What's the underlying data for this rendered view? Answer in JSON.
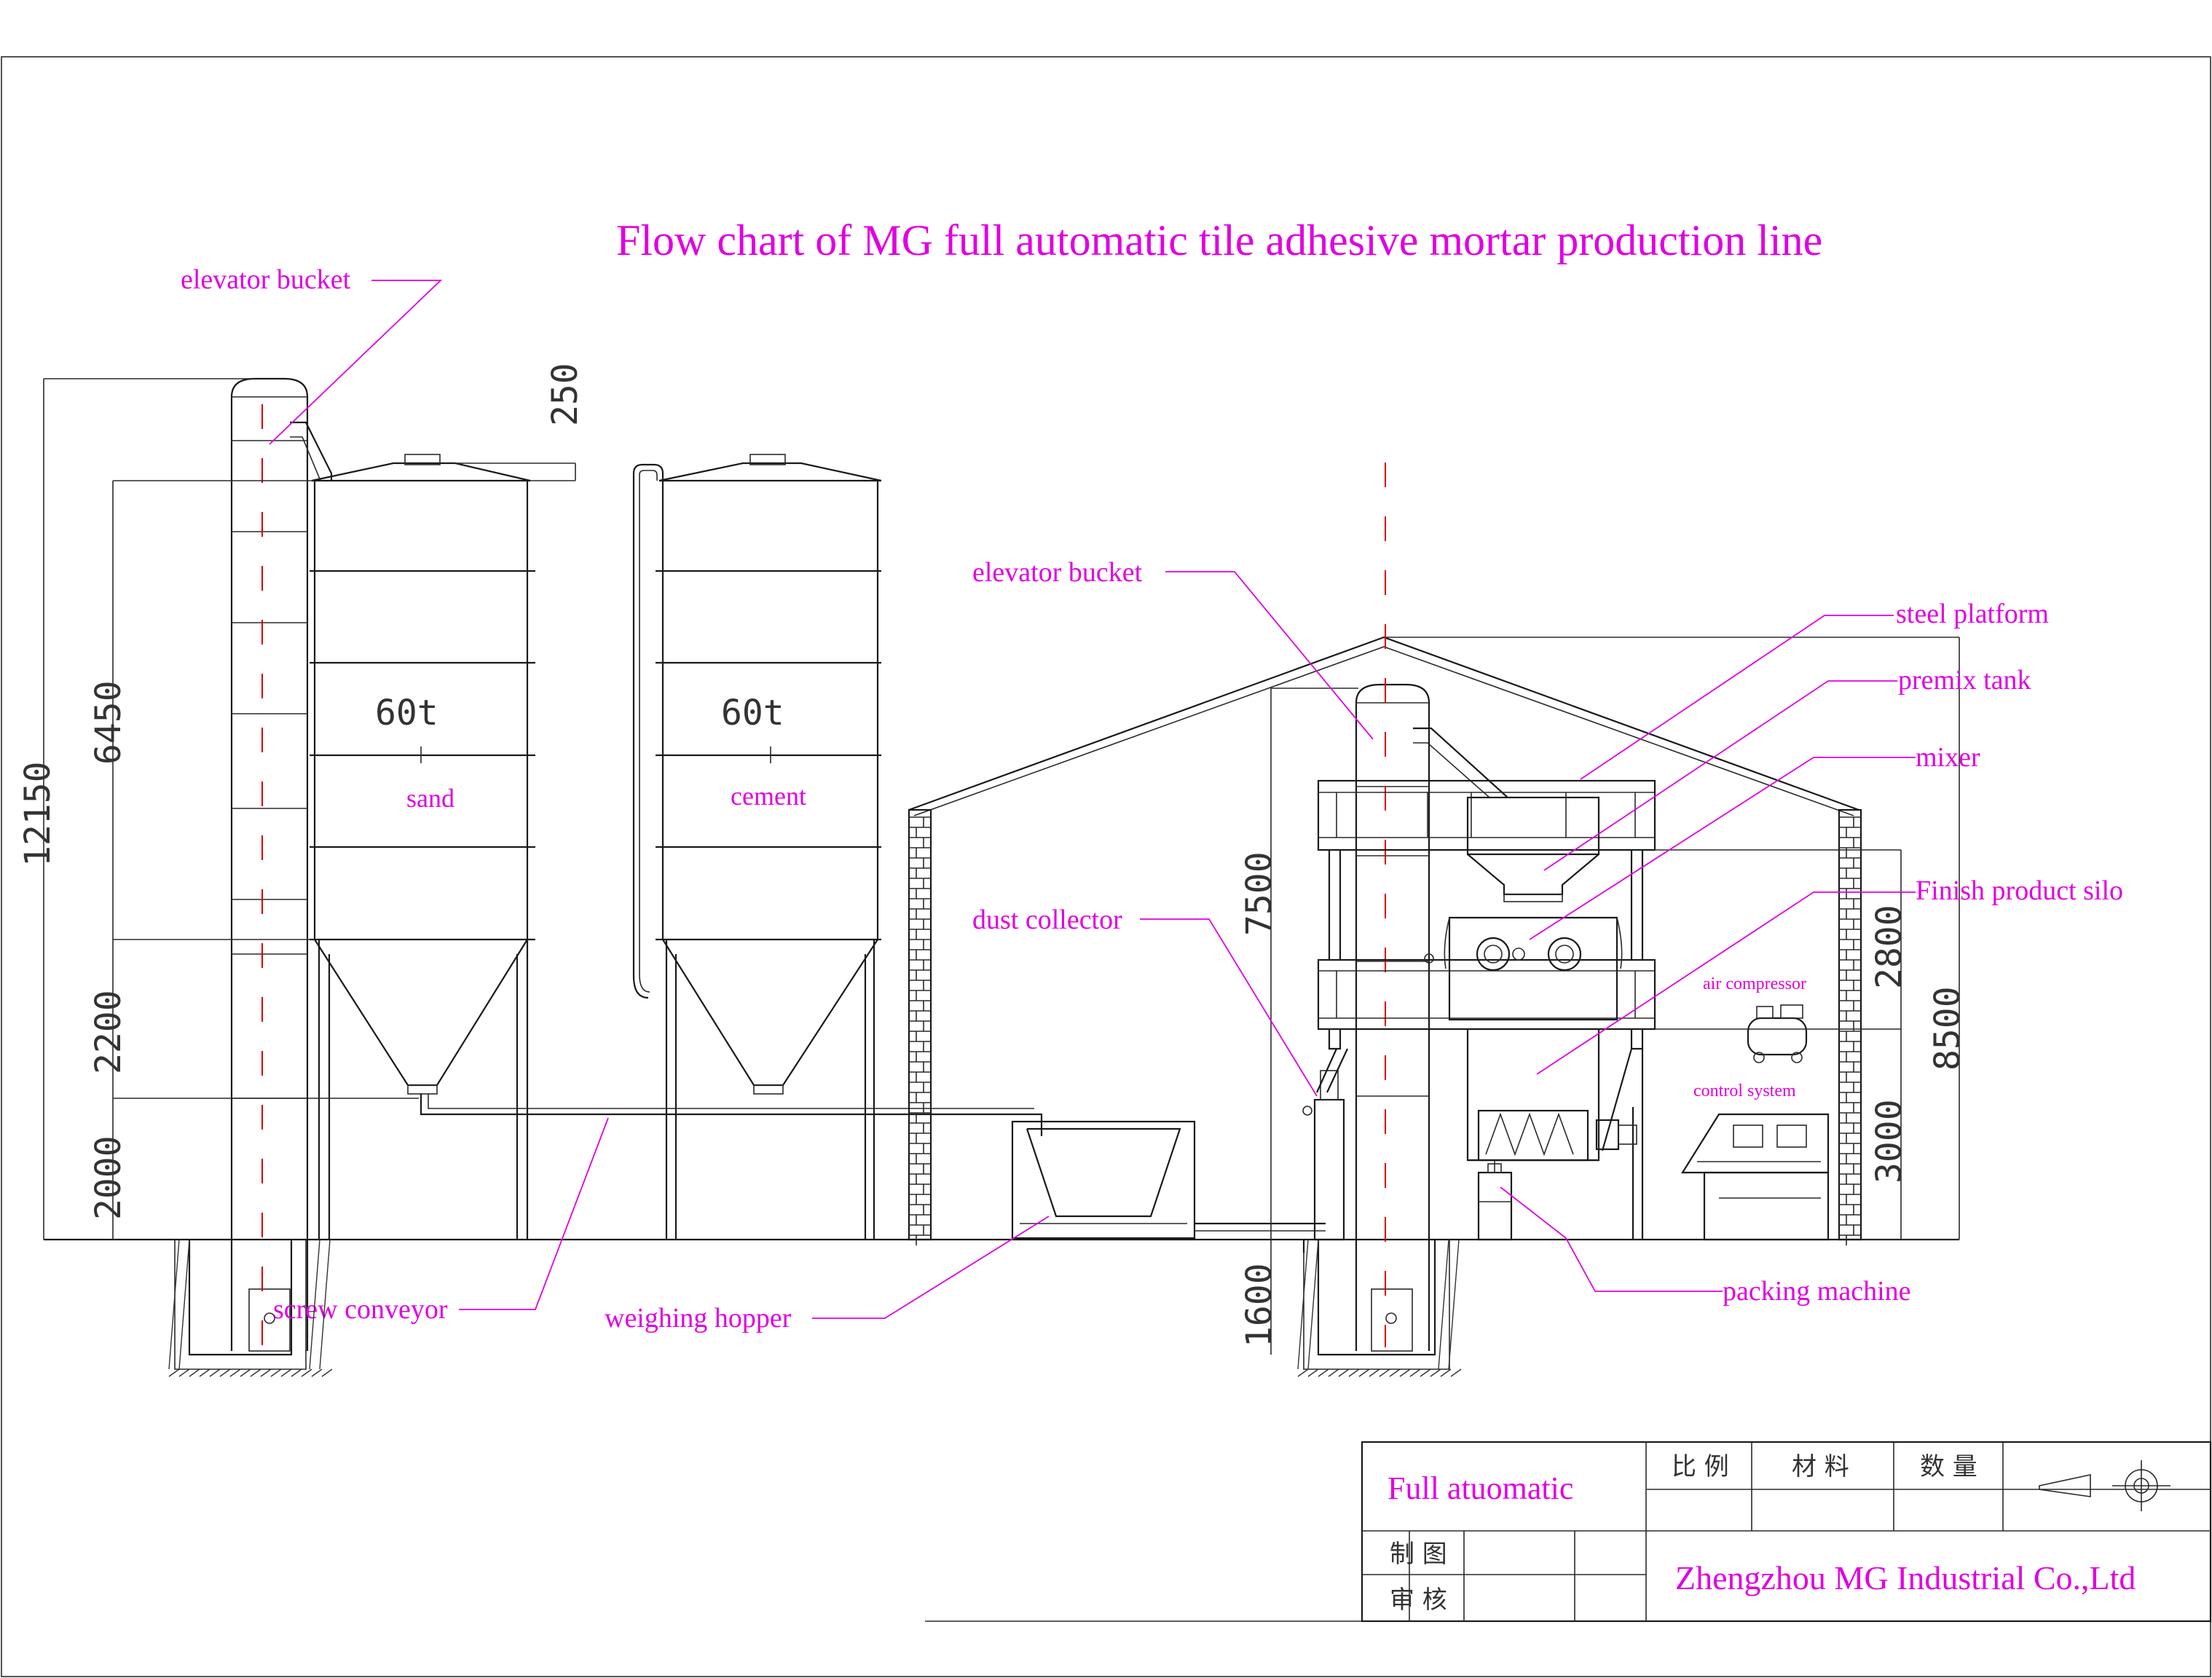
{
  "diagram": {
    "title": "Flow chart of MG full automatic tile adhesive mortar production line",
    "colors": {
      "annotation": "#e000e0",
      "centerline": "#e00000",
      "drawing": "#1a1a1a"
    },
    "labels": {
      "elevator_bucket_left": "elevator bucket",
      "elevator_bucket_right": "elevator bucket",
      "steel_platform": "steel platform",
      "premix_tank": "premix tank",
      "mixer": "mixer",
      "finish_product_silo": "Finish product silo",
      "dust_collector": "dust collector",
      "air_compressor": "air compressor",
      "control_system": "control system",
      "packing_machine": "packing machine",
      "screw_conveyor": "screw conveyor",
      "weighing_hopper": "weighing hopper"
    },
    "silos": [
      {
        "capacity": "60t",
        "material": "sand"
      },
      {
        "capacity": "60t",
        "material": "cement"
      }
    ],
    "dimensions": {
      "overall_height": "12150",
      "silo_top_offset": "250",
      "silo_body": "6450",
      "silo_cone": "2200",
      "silo_legs": "2000",
      "workshop_height": "7500",
      "pit_depth": "1600",
      "platform_upper": "2800",
      "plant_height": "8500",
      "platform_lower": "3000"
    },
    "title_block": {
      "product": "Full atuomatic",
      "col_scale": "比 例",
      "col_material": "材 料",
      "col_quantity": "数 量",
      "row_drawn": "制 图",
      "row_checked": "审 核",
      "company": "Zhengzhou MG Industrial Co.,Ltd"
    }
  }
}
